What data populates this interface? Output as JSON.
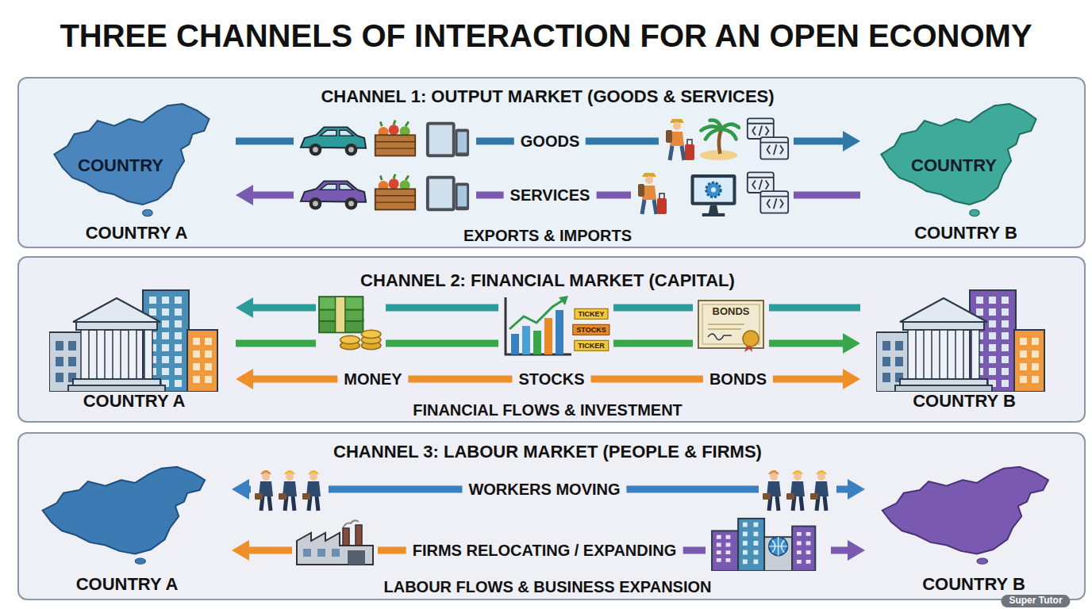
{
  "diagram": {
    "title": "THREE CHANNELS OF INTERACTION FOR AN OPEN ECONOMY",
    "nodes": [
      {
        "text": [
          "CHANNEL 1: OUTPUT MARKET (GOODS & SERVICES)",
          "EXPORTS & IMPORTS"
        ]
      },
      {
        "text": [
          "COUNTRY",
          "COUNTRY A"
        ],
        "in": 0
      },
      {
        "text": [
          "COUNTRY",
          "COUNTRY B"
        ],
        "in": 0
      },
      {
        "text": [
          "CHANNEL 2: FINANCIAL MARKET (CAPITAL)",
          "FINANCIAL FLOWS & INVESTMENT"
        ]
      },
      {
        "text": [
          "COUNTRY A"
        ],
        "in": 3
      },
      {
        "text": [
          "COUNTRY B"
        ],
        "in": 3
      },
      {
        "text": [
          "CHANNEL 3: LABOUR MARKET (PEOPLE & FIRMS)",
          "LABOUR FLOWS & BUSINESS EXPANSION"
        ]
      },
      {
        "text": [
          "COUNTRY A"
        ],
        "in": 6
      },
      {
        "text": [
          "COUNTRY B"
        ],
        "in": 6
      }
    ],
    "edges": [
      {
        "from": 1,
        "to": 2,
        "arrow": "to",
        "label": "GOODS"
      },
      {
        "from": 2,
        "to": 1,
        "arrow": "to",
        "label": "SERVICES"
      },
      {
        "from": 5,
        "to": 4,
        "arrow": "to"
      },
      {
        "from": 4,
        "to": 5,
        "arrow": "to"
      },
      {
        "from": 4,
        "to": 5,
        "arrow": "both"
      },
      {
        "from": 7,
        "to": 8,
        "arrow": "both",
        "label": "WORKERS MOVING"
      },
      {
        "from": 7,
        "to": 8,
        "arrow": "both",
        "label": "FIRMS RELOCATING / EXPANDING"
      }
    ],
    "labels": [
      "MONEY",
      "STOCKS",
      "BONDS",
      "TICKEY",
      "STOCKS",
      "TICKER",
      "BONDS",
      "Super Tutor"
    ]
  }
}
